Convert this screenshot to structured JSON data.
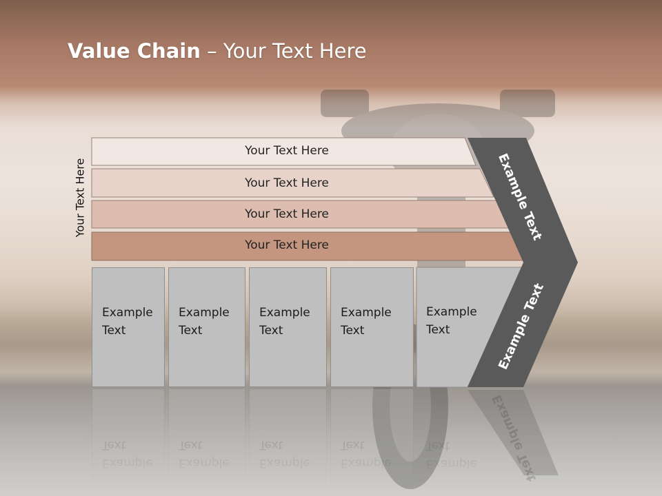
{
  "slide": {
    "title_bold": "Value Chain",
    "title_rest": " – Your Text Here",
    "side_label": "Your Text Here",
    "bars": [
      {
        "label": "Your Text Here",
        "fill": "#f1e8e3"
      },
      {
        "label": "Your Text Here",
        "fill": "#e7d3ca"
      },
      {
        "label": "Your Text Here",
        "fill": "#dcbdb0"
      },
      {
        "label": "Your Text Here",
        "fill": "#c49680"
      }
    ],
    "boxes": [
      {
        "label": "Example\nText"
      },
      {
        "label": "Example\nText"
      },
      {
        "label": "Example\nText"
      },
      {
        "label": "Example\nText"
      },
      {
        "label": "Example\nText"
      }
    ],
    "chevron_top_label": "Example Text",
    "chevron_bottom_label": "Example Text",
    "chevron_color": "#5a5a5a"
  }
}
